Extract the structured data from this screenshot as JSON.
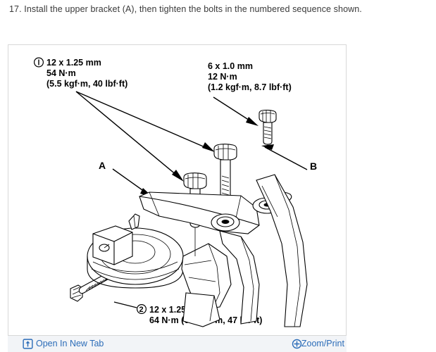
{
  "instruction": {
    "text": "17. Install the upper bracket (A), then tighten the bolts in the numbered sequence shown."
  },
  "diagram": {
    "title": "upper-bracket-torque-diagram",
    "callouts": {
      "bolt1": {
        "marker": "1",
        "size": "12 x 1.25 mm",
        "torque": "54 N·m",
        "torque_alt": "(5.5 kgf·m, 40 lbf·ft)"
      },
      "bolt_small": {
        "size": "6 x 1.0 mm",
        "torque": "12 N·m",
        "torque_alt": "(1.2 kgf·m, 8.7 lbf·ft)"
      },
      "bolt2": {
        "marker": "2",
        "size": "12 x 1.25 mm",
        "torque_combined": "64 N·m (6.5 kgf·m, 47 lbf·ft)"
      }
    },
    "part_labels": {
      "a": "A",
      "b": "B"
    }
  },
  "toolbar": {
    "open_in_new_tab": "Open In New Tab",
    "zoom_print": "Zoom/Print",
    "open_in_new_tab_icon": "external-link-icon",
    "zoom_print_icon": "zoom-in-icon"
  },
  "colors": {
    "link": "#2b6cb8",
    "toolbar_background": "#f2f4f7",
    "frame_border": "#d8d8d8",
    "instruction_text": "#3a3a3a"
  }
}
